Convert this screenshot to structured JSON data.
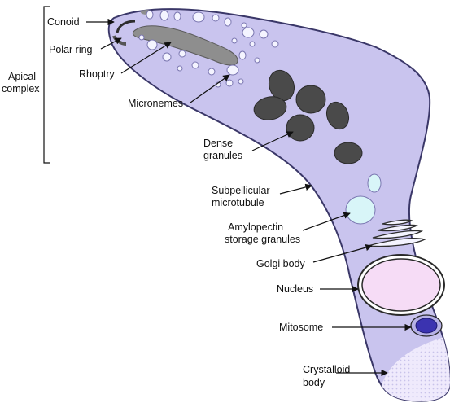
{
  "colors": {
    "cell_fill": "#c9c4ee",
    "cell_stroke": "#3a3768",
    "rhoptry_fill": "#8e8e8e",
    "dense_granule_fill": "#4a4a4a",
    "micronemes_fill": "#f4f4ff",
    "amylopectin_fill": "#d8f5f8",
    "nucleus_fill": "#f6dcf6",
    "mitosome_fill": "#3b33b0",
    "crystalloid_fill": "#ece8fb"
  },
  "labels": {
    "conoid": "Conoid",
    "polar_ring": "Polar ring",
    "rhoptry": "Rhoptry",
    "micronemes": "Micronemes",
    "apical_complex_1": "Apical",
    "apical_complex_2": "complex",
    "dense_granules_1": "Dense",
    "dense_granules_2": "granules",
    "subpellicular_1": "Subpellicular",
    "subpellicular_2": "microtubule",
    "amylopectin_1": "Amylopectin",
    "amylopectin_2": "storage granules",
    "golgi": "Golgi body",
    "nucleus": "Nucleus",
    "mitosome": "Mitosome",
    "crystalloid_1": "Crystalloid",
    "crystalloid_2": "body"
  }
}
